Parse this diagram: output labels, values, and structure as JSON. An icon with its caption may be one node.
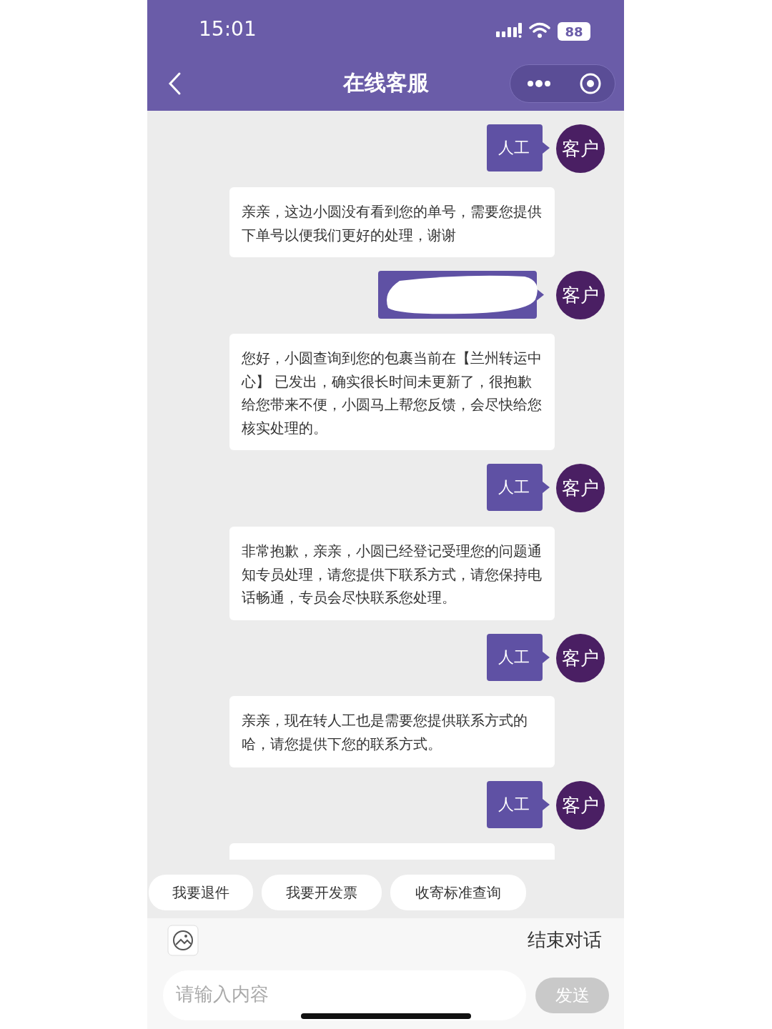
{
  "diagram": {
    "title": "在线客服",
    "nodes": [
      {
        "text": [
          "人工"
        ]
      },
      {
        "text": [
          "客户"
        ]
      },
      {
        "text": [
          "亲亲，这边小圆没有看到您的单号，需要您提供下单号以便我们更好的处理，谢谢"
        ]
      },
      {
        "text": [],
        "shape": "box"
      },
      {
        "text": [
          "客户"
        ]
      },
      {
        "text": [
          "您好，小圆查询到您的包裹当前在【兰州转运中心】 已发出，确实很长时间未更新了，很抱歉给您带来不便，小圆马上帮您反馈，会尽快给您核实处理的。"
        ]
      },
      {
        "text": [
          "人工"
        ]
      },
      {
        "text": [
          "客户"
        ]
      },
      {
        "text": [
          "非常抱歉，亲亲，小圆已经登记受理您的问题通知专员处理，请您提供下联系方式，请您保持电话畅通，专员会尽快联系您处理。"
        ]
      },
      {
        "text": [
          "人工"
        ]
      },
      {
        "text": [
          "客户"
        ]
      },
      {
        "text": [
          "亲亲，现在转人工也是需要您提供联系方式的哈，请您提供下您的联系方式。"
        ]
      },
      {
        "text": [
          "人工"
        ]
      },
      {
        "text": [
          "客户"
        ]
      },
      {
        "text": [],
        "shape": "box"
      }
    ],
    "labels": [
      "15:01",
      "88",
      "我要退件",
      "我要开发票",
      "收寄标准查询",
      "结束对话",
      "请输入内容",
      "发送"
    ]
  }
}
